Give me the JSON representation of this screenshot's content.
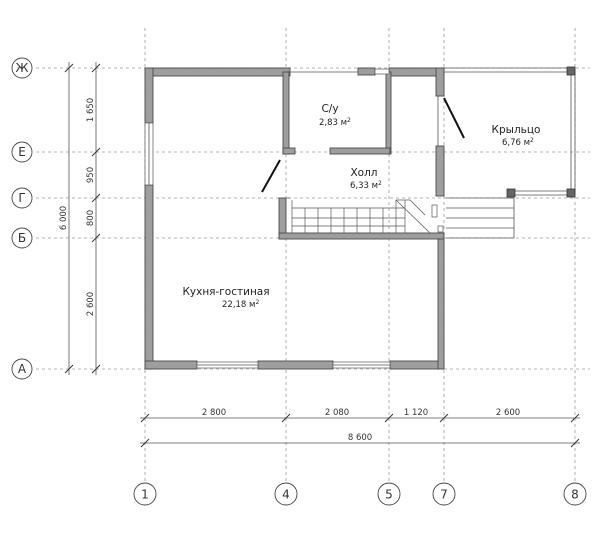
{
  "axes": {
    "rows": [
      "Ж",
      "Е",
      "Г",
      "Б",
      "А"
    ],
    "columns": [
      "1",
      "4",
      "5",
      "7",
      "8"
    ]
  },
  "dimensions": {
    "vertical_total": "6 000",
    "vertical": [
      "1 650",
      "950",
      "800",
      "2 600"
    ],
    "horizontal": [
      "2 800",
      "2 080",
      "1 120",
      "2 600"
    ],
    "horizontal_total": "8 600"
  },
  "rooms": [
    {
      "name": "С/у",
      "area": "2,83 м",
      "unit_sup": "2"
    },
    {
      "name": "Холл",
      "area": "6,33 м",
      "unit_sup": "2"
    },
    {
      "name": "Крыльцо",
      "area": "6,76 м",
      "unit_sup": "2"
    },
    {
      "name": "Кухня-гостиная",
      "area": "22,18 м",
      "unit_sup": "2"
    }
  ]
}
